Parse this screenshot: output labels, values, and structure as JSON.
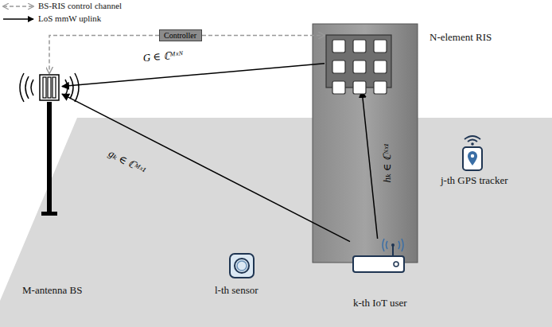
{
  "diagram": {
    "nodes": [
      {
        "text": [
          "Controller"
        ]
      },
      {
        "text": [
          "N-element RIS"
        ]
      },
      {
        "text": [
          "M-antenna BS"
        ]
      },
      {
        "text": [
          "l-th sensor"
        ]
      },
      {
        "text": [
          "k-th IoT user"
        ]
      },
      {
        "text": [
          "j-th GPS tracker"
        ]
      }
    ],
    "edges": [
      {
        "from": 1,
        "to": 2,
        "arrow": "to",
        "label": "G ∈ ℂᴹˣᴺ"
      },
      {
        "from": 4,
        "to": 2,
        "arrow": "to",
        "label": "gₖ ∈ ℂᴹˣ¹"
      },
      {
        "from": 4,
        "to": 1,
        "arrow": "to",
        "label": "hₖ ∈ ℂᴺˣ¹"
      },
      {
        "from": 0,
        "to": 2,
        "arrow": "to"
      },
      {
        "from": 0,
        "to": 1,
        "arrow": "to"
      }
    ],
    "legend": [
      {
        "text": "BS-RIS control channel"
      },
      {
        "text": "LoS mmW uplink"
      }
    ]
  }
}
